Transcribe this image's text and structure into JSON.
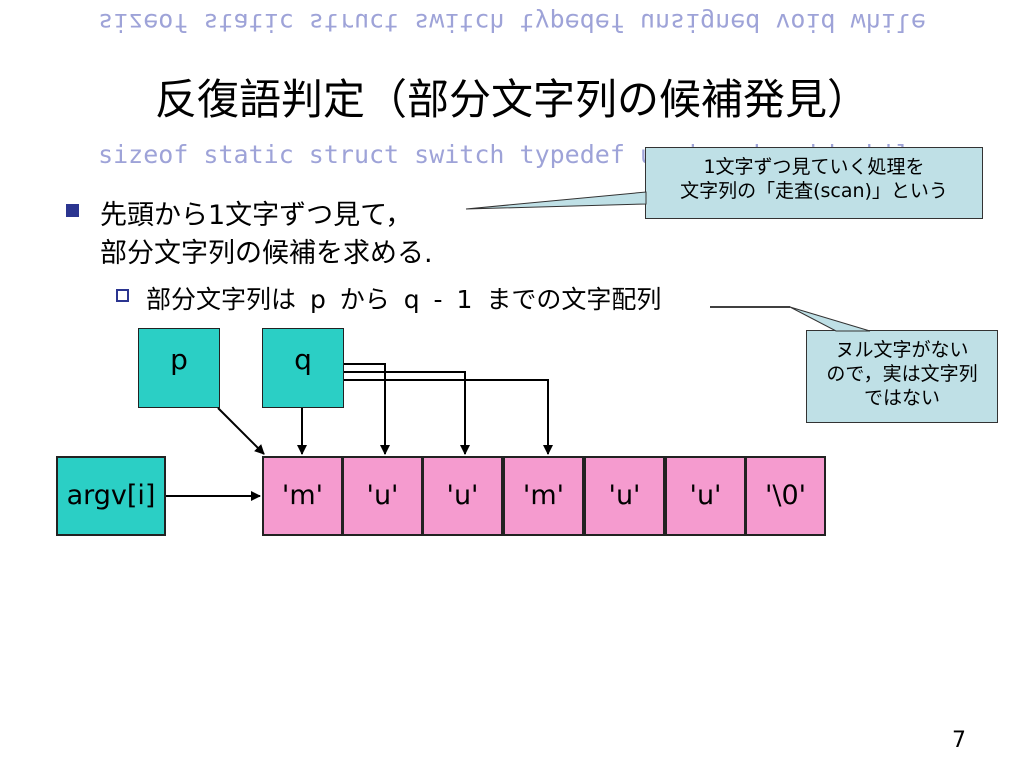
{
  "decorative_code": {
    "top_mirrored": "sizeof static struct switch typedef unsigned void while",
    "middle": "sizeof static struct switch typedef unsigned void while"
  },
  "title": "反復語判定（部分文字列の候補発見）",
  "bullets": [
    {
      "line1": "先頭から1文字ずつ見て，",
      "line2": "部分文字列の候補を求める."
    }
  ],
  "sub_bullet": "部分文字列は p から q - 1 までの文字配列",
  "callouts": {
    "scan": {
      "line1": "1文字ずつ見ていく処理を",
      "line2": "文字列の「走査(scan)」という"
    },
    "null": {
      "line1": "ヌル文字がない",
      "line2": "ので，実は文字列",
      "line3": "ではない"
    }
  },
  "pointers": {
    "p": "p",
    "q": "q"
  },
  "argv_label": "argv[i]",
  "cells": [
    "'m'",
    "'u'",
    "'u'",
    "'m'",
    "'u'",
    "'u'",
    "'\\0'"
  ],
  "page_number": "7",
  "colors": {
    "pointer_box": "#2bcfc5",
    "cell_box": "#f59bcf",
    "callout_bg": "#bfe0e6",
    "bullet": "#2b3590",
    "decorative_text": "#9ea3d8"
  }
}
